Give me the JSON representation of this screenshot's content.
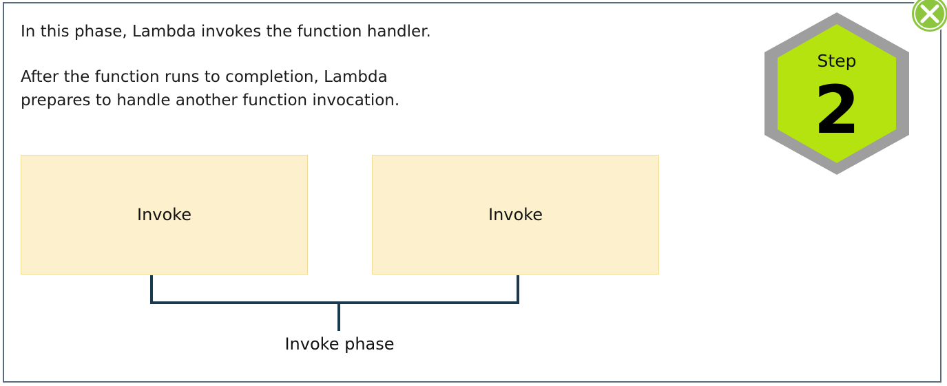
{
  "intro": {
    "line1": "In this phase, Lambda invokes the function handler.",
    "line2a": "After the function runs to completion, Lambda",
    "line2b": "prepares to handle another function invocation."
  },
  "diagram": {
    "boxes": [
      {
        "label": "Invoke"
      },
      {
        "label": "Invoke"
      }
    ],
    "phase_label": "Invoke phase"
  },
  "step_badge": {
    "word": "Step",
    "number": "2"
  },
  "close_button": {
    "icon": "close-icon"
  },
  "colors": {
    "box_fill": "#fcf1cc",
    "box_border": "#f3dc95",
    "bracket": "#1b3a4f",
    "badge_green": "#b5e30f",
    "badge_gray": "#9e9e9e",
    "close_green": "#8cc63f"
  }
}
